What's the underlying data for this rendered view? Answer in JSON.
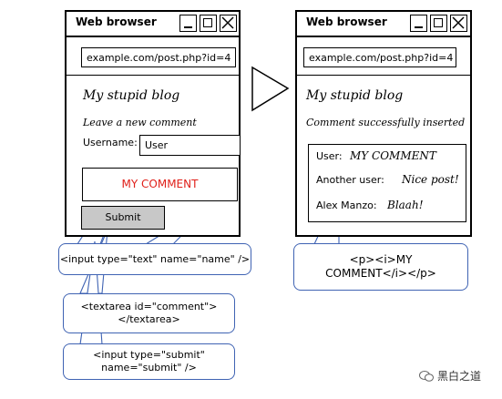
{
  "left_window": {
    "title": "Web browser",
    "address": "example.com/post.php?id=4",
    "blog_title": "My stupid blog",
    "subtitle": "Leave a new comment",
    "username_label": "Username:",
    "username_value": "User",
    "comment_value": "MY COMMENT",
    "submit_label": "Submit"
  },
  "right_window": {
    "title": "Web browser",
    "address": "example.com/post.php?id=4",
    "blog_title": "My stupid blog",
    "subtitle": "Comment successfully inserted",
    "comments": [
      {
        "user": "User:",
        "text": "MY COMMENT"
      },
      {
        "user": "Another user:",
        "text": "Nice post!"
      },
      {
        "user": "Alex Manzo:",
        "text": "Blaah!"
      }
    ]
  },
  "callouts": {
    "input_text": "<input type=\"text\" name=\"name\" />",
    "textarea_line1": "<textarea id=\"comment\">",
    "textarea_line2": "</textarea>",
    "submit_line1": "<input type=\"submit\"",
    "submit_line2": "name=\"submit\" />",
    "output_line1": "<p><i>MY",
    "output_line2": "COMMENT</i></p>"
  },
  "watermark": "黑白之道",
  "colors": {
    "callout_border": "#3f63b3",
    "comment_text": "#e0201a",
    "submit_bg": "#c8c8c8"
  }
}
